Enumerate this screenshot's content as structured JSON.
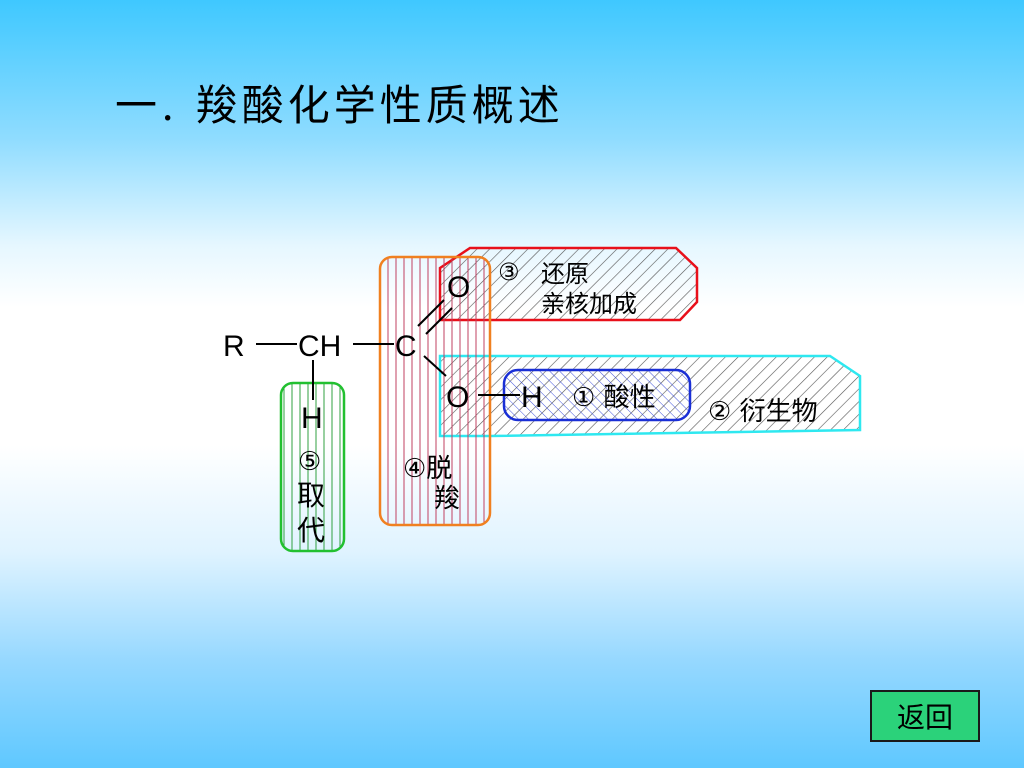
{
  "title": "一. 羧酸化学性质概述",
  "formula": {
    "R": "R",
    "CH": "CH",
    "C": "C",
    "O_top": "O",
    "O_bottom": "O",
    "H_acid": "H",
    "H_alpha": "H"
  },
  "labels": {
    "reduction_num": "③",
    "reduction_line1": "还原",
    "reduction_line2": "亲核加成",
    "acidity": "① 酸性",
    "derivative": "② 衍生物",
    "decarboxylation_line1": "④脱",
    "decarboxylation_line2": "羧",
    "substitution_num": "⑤",
    "substitution_line1": "取",
    "substitution_line2": "代"
  },
  "colors": {
    "reduction": "#e8101a",
    "acidity": "#1a2fd6",
    "derivative": "#2ee8f0",
    "decarboxylation": "#f08020",
    "substitution": "#22c030",
    "button": "#2bd27a"
  },
  "button": {
    "label": "返回"
  }
}
